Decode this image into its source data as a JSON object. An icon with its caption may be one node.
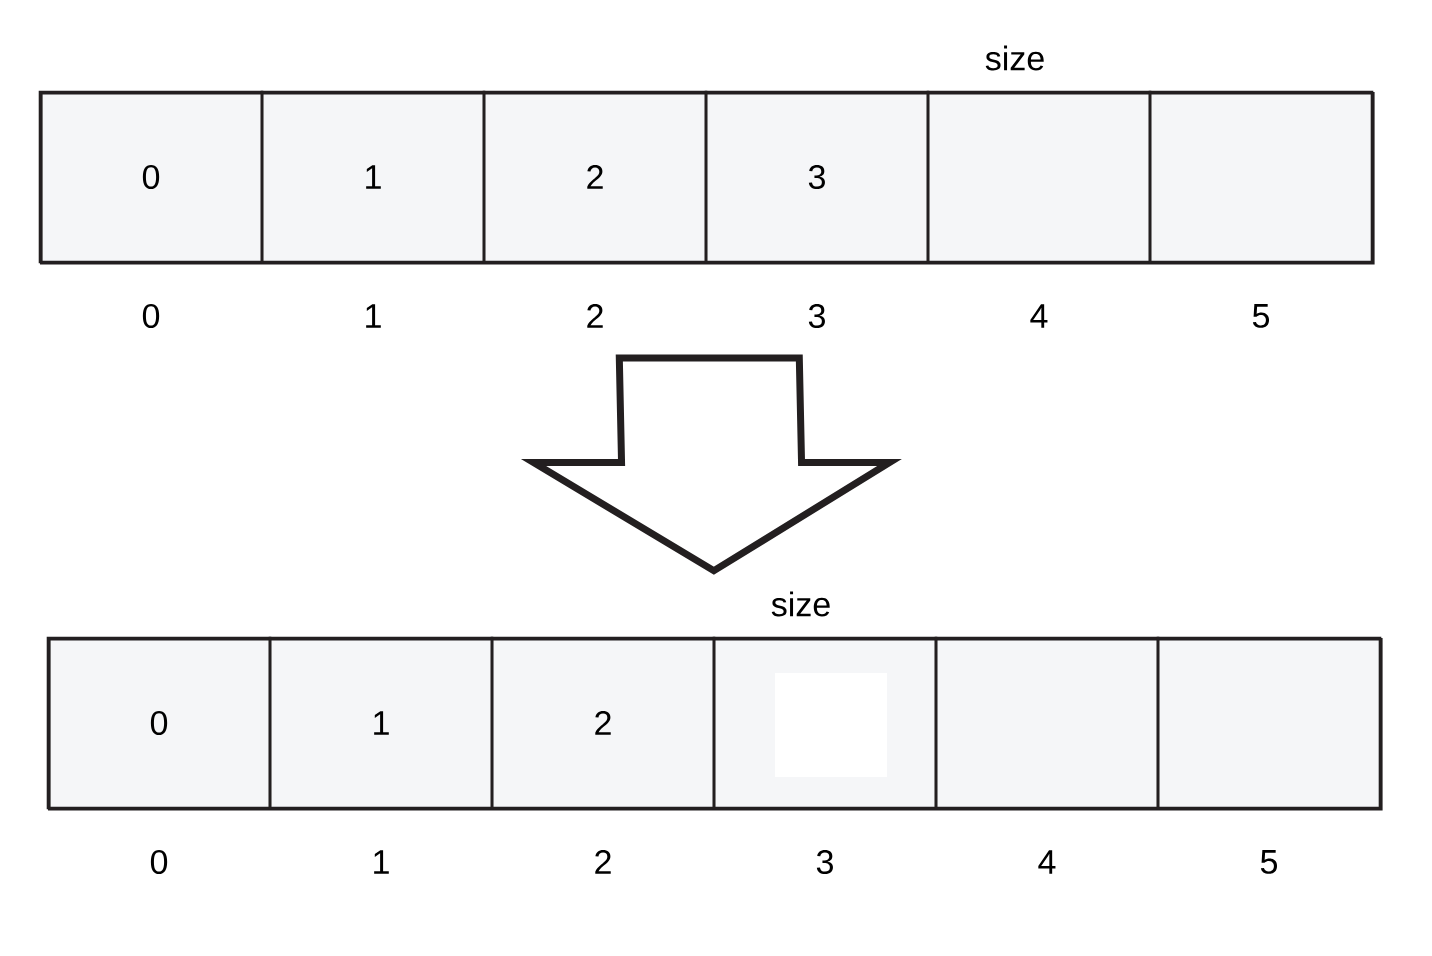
{
  "diagram": {
    "nodes": [
      {
        "text": [],
        "shape": "box"
      },
      {
        "text": [
          "0"
        ],
        "in": 0,
        "beside": [
          "0"
        ]
      },
      {
        "text": [
          "1"
        ],
        "in": 0,
        "beside": [
          "1"
        ]
      },
      {
        "text": [
          "2"
        ],
        "in": 0,
        "beside": [
          "2"
        ]
      },
      {
        "text": [
          "3"
        ],
        "in": 0,
        "beside": [
          "3"
        ]
      },
      {
        "text": [],
        "shape": "box",
        "in": 0,
        "beside": [
          "size",
          "4"
        ]
      },
      {
        "text": [],
        "shape": "box",
        "in": 0,
        "beside": [
          "5"
        ]
      },
      {
        "text": [],
        "shape": "box"
      },
      {
        "text": [
          "0"
        ],
        "in": 7,
        "beside": [
          "0"
        ]
      },
      {
        "text": [
          "1"
        ],
        "in": 7,
        "beside": [
          "1"
        ]
      },
      {
        "text": [
          "2"
        ],
        "in": 7,
        "beside": [
          "2"
        ]
      },
      {
        "text": [],
        "shape": "box",
        "in": 7,
        "beside": [
          "size",
          "3"
        ]
      },
      {
        "text": [],
        "shape": "box",
        "in": 7,
        "beside": [
          "4"
        ]
      },
      {
        "text": [],
        "shape": "box",
        "in": 7,
        "beside": [
          "5"
        ]
      }
    ],
    "edges": [
      {
        "from": 0,
        "to": 7,
        "arrow": "to",
        "style": "thick"
      }
    ]
  }
}
